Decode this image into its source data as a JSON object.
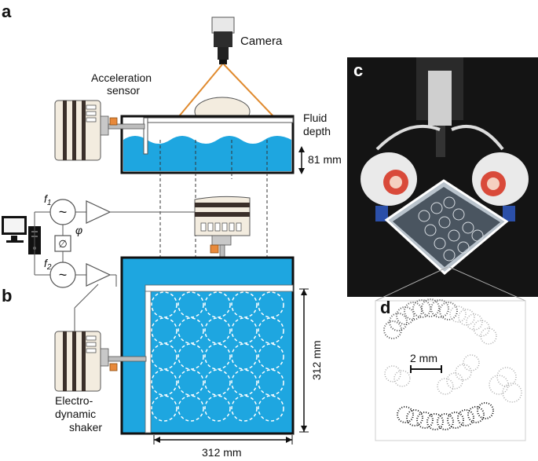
{
  "panels": {
    "a": "a",
    "b": "b",
    "c": "c",
    "d": "d"
  },
  "labels": {
    "camera": "Camera",
    "acceleration_sensor_line1": "Acceleration",
    "acceleration_sensor_line2": "sensor",
    "fluid_depth_line1": "Fluid",
    "fluid_depth_line2": "depth",
    "depth_value": "81 mm",
    "f1": "f",
    "f1_sub": "1",
    "f2": "f",
    "f2_sub": "2",
    "phi": "φ",
    "phase_symbol": "∅",
    "tilde": "~",
    "shaker_line1": "Electro-",
    "shaker_line2": "dynamic",
    "shaker_line3": "shaker",
    "width_bottom": "312 mm",
    "width_side": "312 mm",
    "scale_bar": "2 mm"
  },
  "colors": {
    "fluid": "#1ea6e0",
    "device_body": "#f3ecdf",
    "device_dark": "#3a2f2a",
    "accent_orange": "#e8893a",
    "camera_lines": "#e08a2e"
  }
}
